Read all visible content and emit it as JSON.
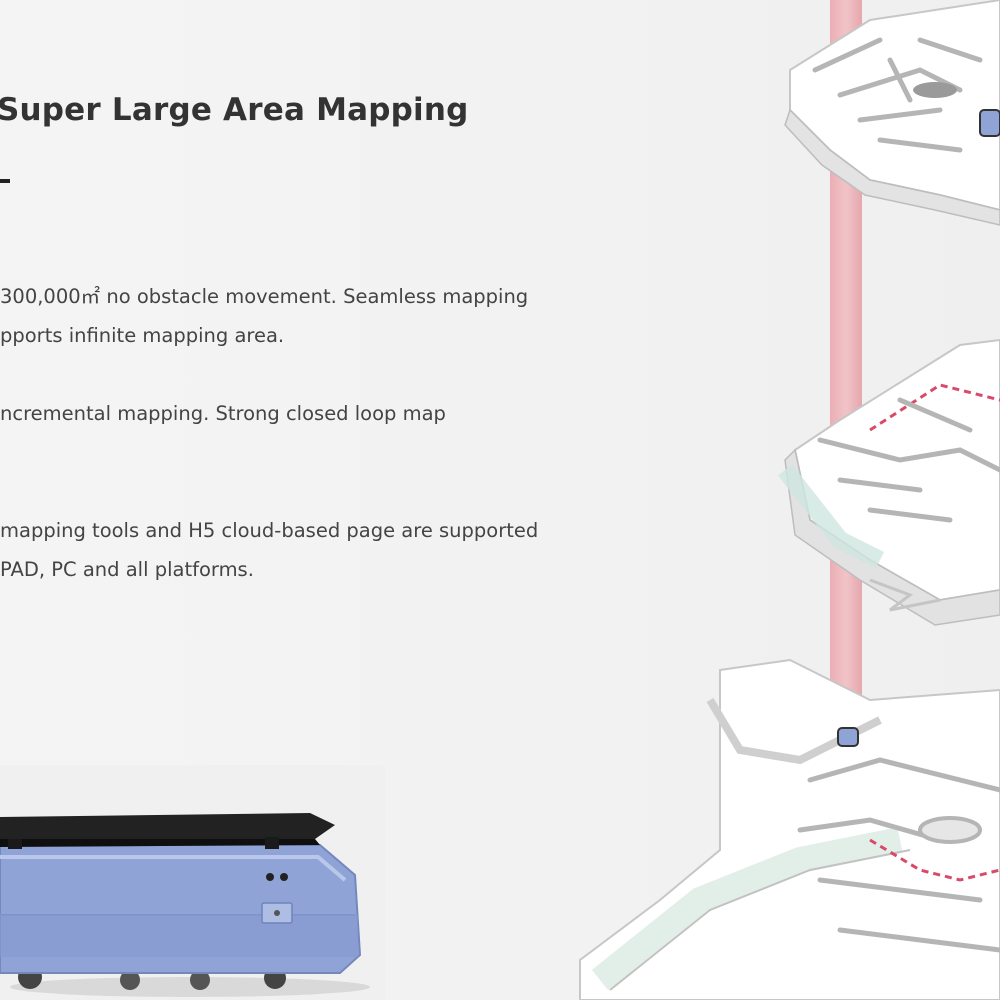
{
  "section": {
    "title": "Super Large Area Mapping"
  },
  "features": [
    {
      "lines": [
        "300,000㎡ no obstacle movement. Seamless mapping",
        "pports infinite mapping area."
      ]
    },
    {
      "lines": [
        "ncremental mapping. Strong closed loop map"
      ]
    },
    {
      "lines": [
        "mapping tools and H5 cloud-based page are supported",
        "PAD, PC and all platforms."
      ]
    }
  ],
  "colors": {
    "title": "#333333",
    "body_text": "#444444",
    "robot_body": "#8fa3d6",
    "robot_top": "#2a2a2a",
    "path_highlight": "#e8a1a8",
    "route_dashed": "#d94a6a"
  },
  "icons": {
    "robot": "robot-illustration",
    "floors": "multi-floor-map-illustration"
  }
}
